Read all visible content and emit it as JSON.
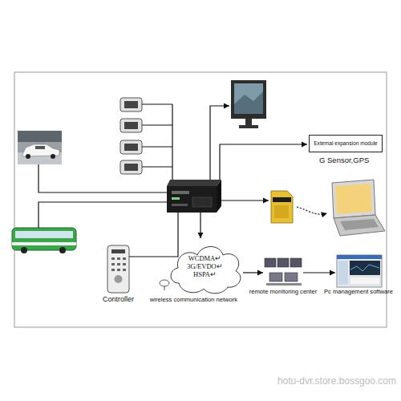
{
  "diagram": {
    "nodes": [
      {
        "text": [
          "External expansion module"
        ]
      },
      {
        "text": [
          "Controller"
        ]
      },
      {
        "text": [
          "WCDMA↵ 3G/EVDO↵ HSPA↵",
          "wireless communication network"
        ]
      },
      {
        "text": [
          "remote monitoring center"
        ]
      },
      {
        "text": [
          "Pc management software"
        ]
      }
    ],
    "edges": [
      {
        "from": 2,
        "to": 3,
        "arrow": "to"
      },
      {
        "from": 3,
        "to": 4,
        "arrow": "to"
      }
    ],
    "labels": [
      "G Sensor,GPS",
      "hotu-dvr.store.bossgoo.com"
    ]
  }
}
